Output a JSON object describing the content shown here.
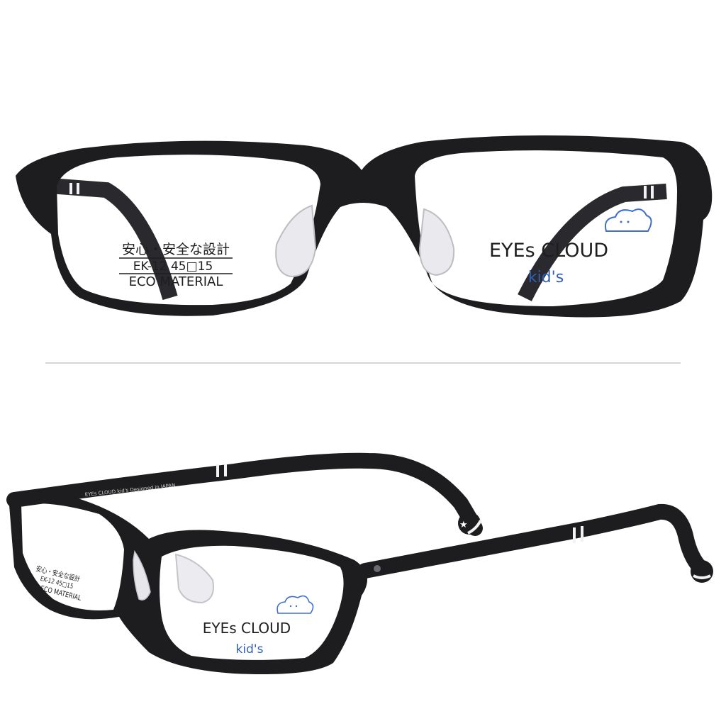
{
  "top_view": {
    "lens_left": {
      "line1": "安心・安全な設計",
      "line2": "EK-12 45□15",
      "line3": "ECO MATERIAL"
    },
    "lens_right": {
      "brand": "EYEs CLOUD",
      "sub": "kid's"
    }
  },
  "bottom_view": {
    "temple_text": "EYEs CLOUD kid's  Designed in JAPAN",
    "lens_left": {
      "line1": "安心・安全な設計",
      "line2": "EK-12 45□15",
      "line3": "ECO MATERIAL"
    },
    "lens_right": {
      "brand": "EYEs CLOUD",
      "sub": "kid's"
    }
  },
  "colors": {
    "frame": "#1d1d1f",
    "divider": "#c8c8c8",
    "brand_dark": "#1e1e1e",
    "brand_blue": "#2f5fb8",
    "cloud": "#3e6fd0"
  }
}
